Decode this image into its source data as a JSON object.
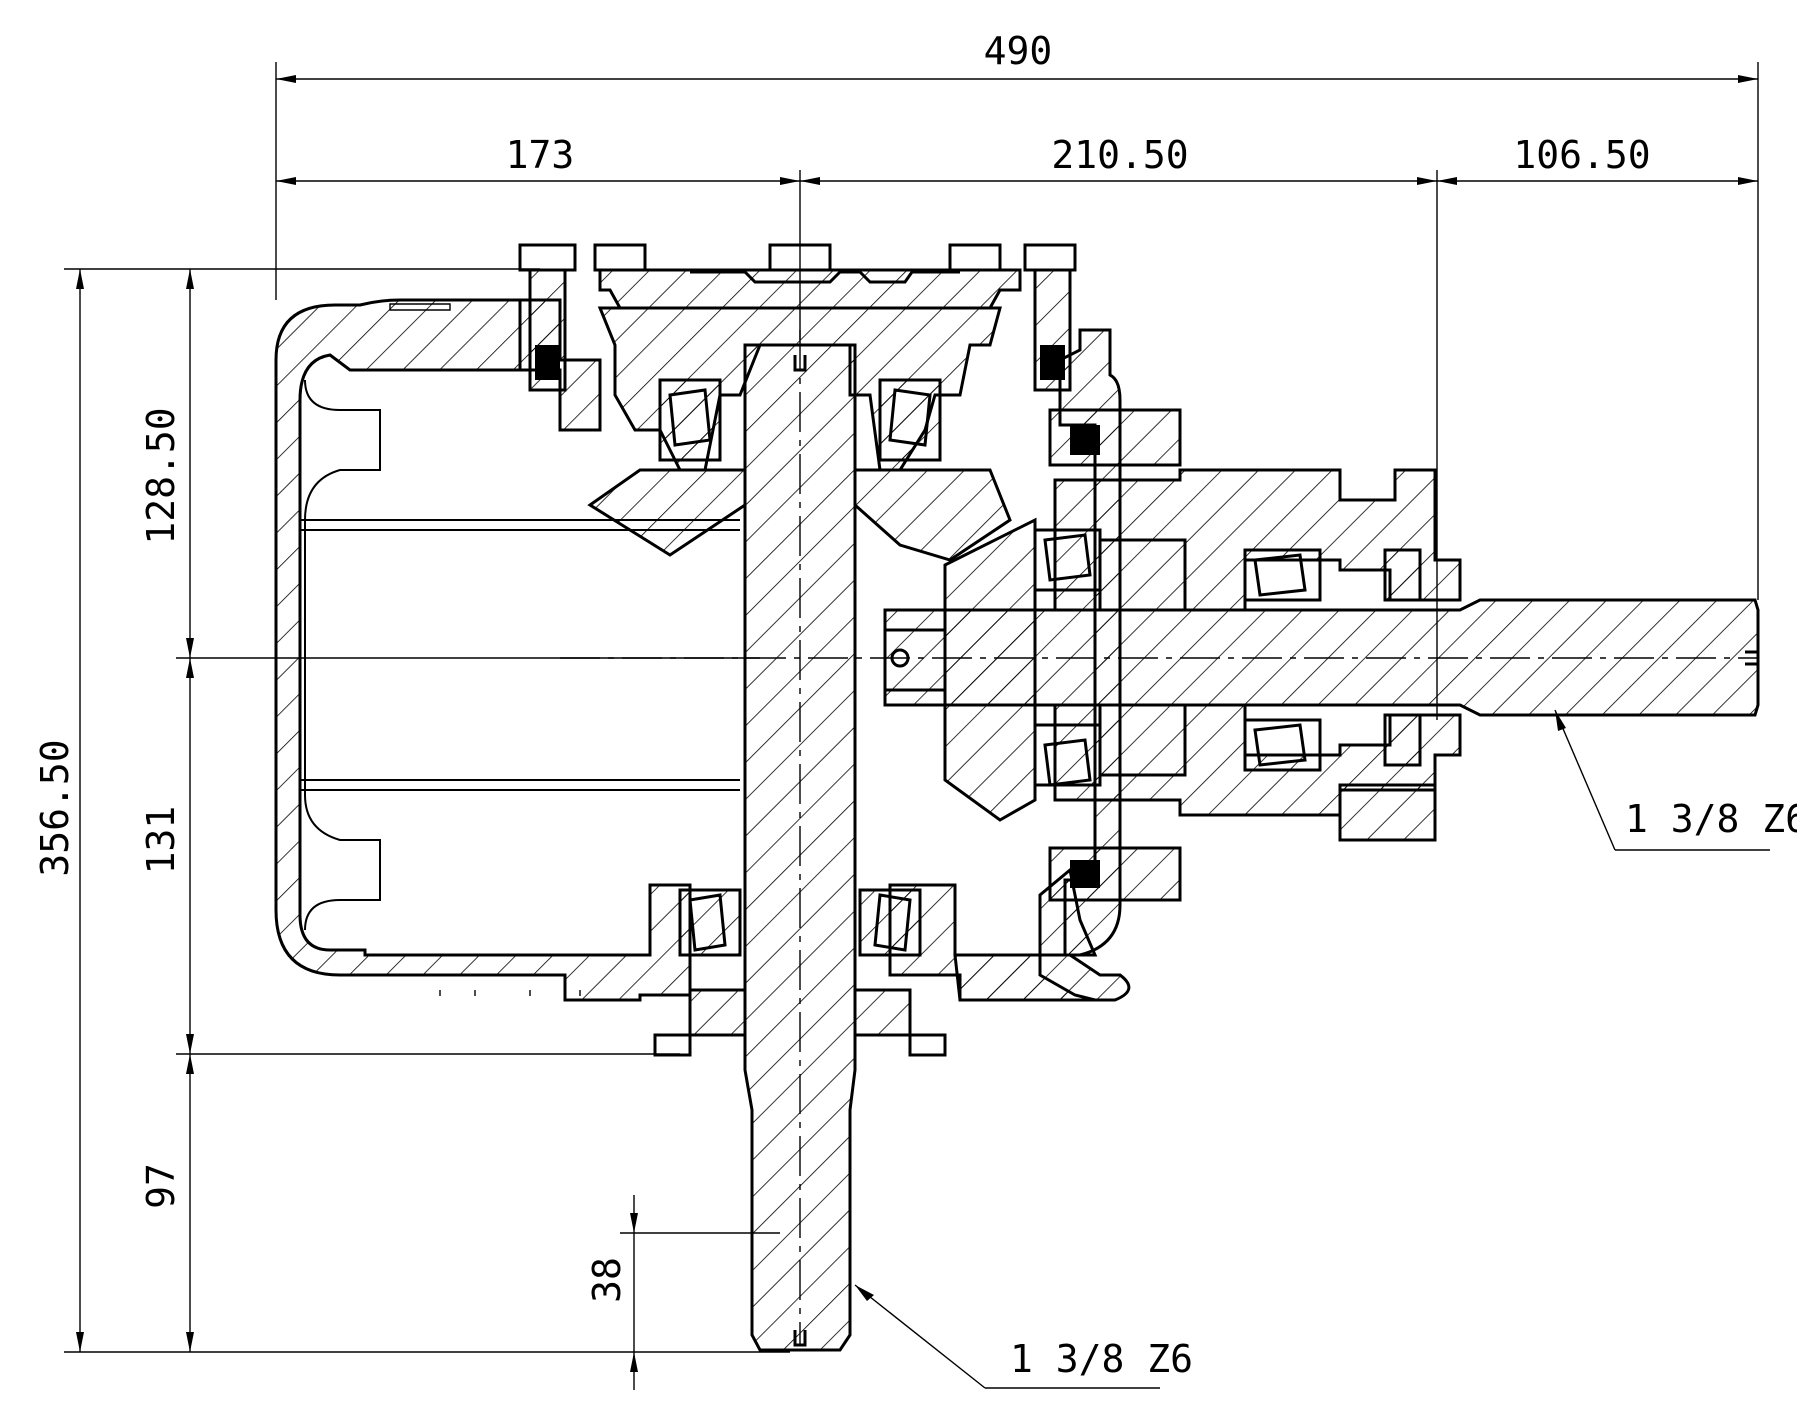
{
  "dimensions": {
    "overall_width": "490",
    "segment_left": "173",
    "segment_middle": "210.50",
    "segment_right": "106.50",
    "overall_height": "356.50",
    "upper_height": "128.50",
    "lower_height": "131",
    "shaft_projection": "97",
    "spline_length": "38"
  },
  "callouts": {
    "output_shaft_spline": "1 3/8 Z6",
    "input_shaft_spline": "1 3/8 Z6"
  }
}
